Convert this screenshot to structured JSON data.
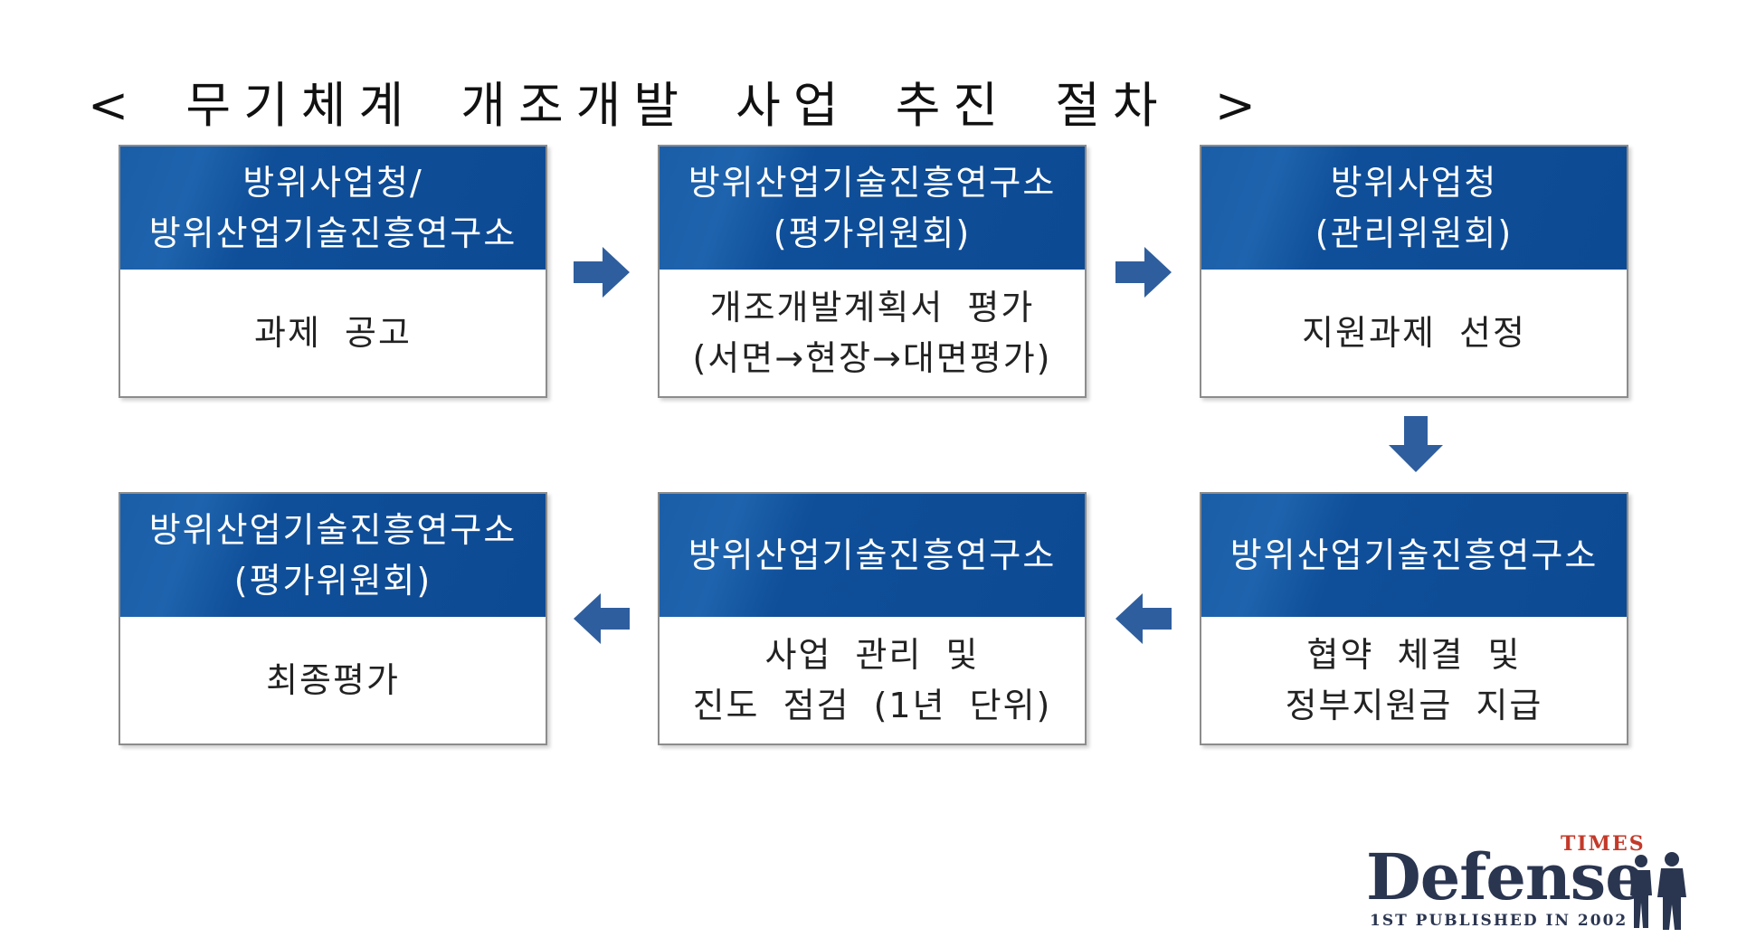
{
  "title": "< 무기체계 개조개발 사업 추진 절차 >",
  "steps": [
    {
      "head": [
        "방위사업청/",
        "방위산업기술진흥연구소"
      ],
      "body": [
        "과제 공고"
      ]
    },
    {
      "head": [
        "방위산업기술진흥연구소",
        "(평가위원회)"
      ],
      "body": [
        "개조개발계획서 평가",
        "(서면→현장→대면평가)"
      ]
    },
    {
      "head": [
        "방위사업청",
        "(관리위원회)"
      ],
      "body": [
        "지원과제 선정"
      ]
    },
    {
      "head": [
        "방위산업기술진흥연구소"
      ],
      "body": [
        "협약 체결 및",
        "정부지원금 지급"
      ]
    },
    {
      "head": [
        "방위산업기술진흥연구소"
      ],
      "body": [
        "사업 관리 및",
        "진도 점검 (1년 단위)"
      ]
    },
    {
      "head": [
        "방위산업기술진흥연구소",
        "(평가위원회)"
      ],
      "body": [
        "최종평가"
      ]
    }
  ],
  "logo": {
    "times": "TIMES",
    "name": "Defense",
    "tagline": "1ST PUBLISHED IN 2002"
  },
  "colors": {
    "header_blue": "#0d4a94",
    "arrow_blue": "#2f5e9e",
    "logo_red": "#c33a2a",
    "logo_navy": "#2a3550"
  },
  "icons": {
    "arrow_right": "arrow-right-icon",
    "arrow_down": "arrow-down-icon",
    "arrow_left": "arrow-left-icon"
  }
}
